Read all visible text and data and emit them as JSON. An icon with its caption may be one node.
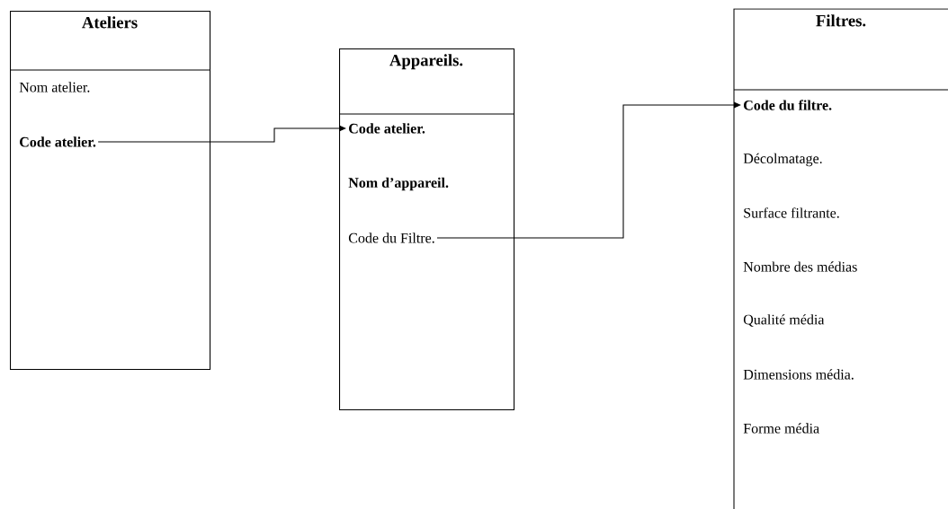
{
  "diagram": {
    "nodes": [
      {
        "text": [
          "Ateliers"
        ]
      },
      {
        "text": [
          "Nom atelier."
        ],
        "in": 0
      },
      {
        "text": [
          "Code atelier."
        ],
        "in": 0
      },
      {
        "text": [
          "Appareils."
        ]
      },
      {
        "text": [
          "Code atelier."
        ],
        "in": 3
      },
      {
        "text": [
          "Nom d’appareil."
        ],
        "in": 3
      },
      {
        "text": [
          "Code du Filtre."
        ],
        "in": 3
      },
      {
        "text": [
          "Filtres."
        ]
      },
      {
        "text": [
          "Code du filtre."
        ],
        "in": 7
      },
      {
        "text": [
          "Décolmatage."
        ],
        "in": 7
      },
      {
        "text": [
          "Surface filtrante."
        ],
        "in": 7
      },
      {
        "text": [
          "Nombre des médias"
        ],
        "in": 7
      },
      {
        "text": [
          "Qualité média"
        ],
        "in": 7
      },
      {
        "text": [
          "Dimensions média."
        ],
        "in": 7
      },
      {
        "text": [
          "Forme média"
        ],
        "in": 7
      }
    ],
    "edges": [
      {
        "from": 2,
        "to": 4,
        "arrow": "to"
      },
      {
        "from": 6,
        "to": 8,
        "arrow": "to"
      }
    ]
  }
}
